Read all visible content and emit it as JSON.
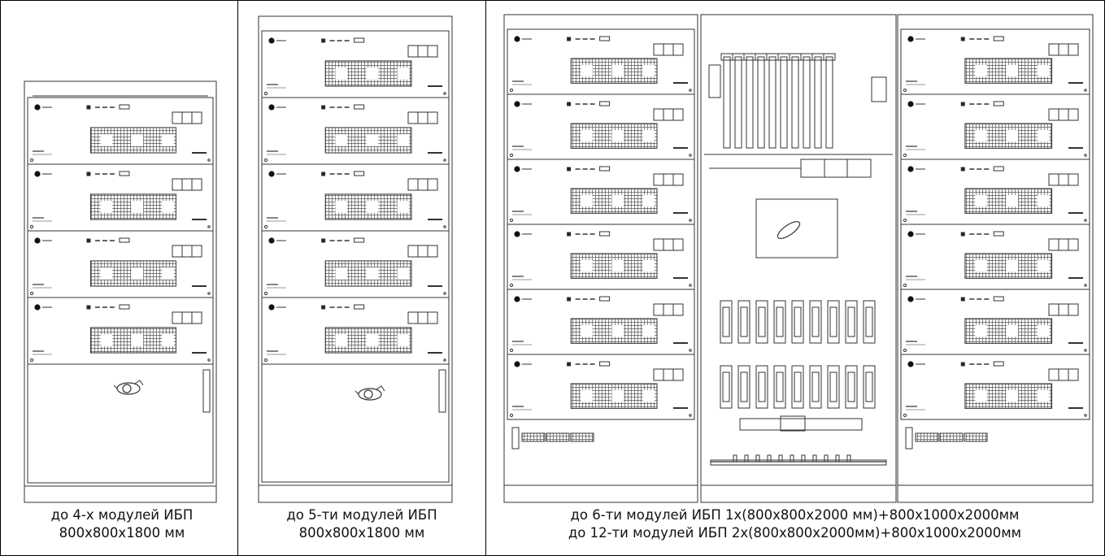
{
  "figure": {
    "line_color": "#000000",
    "drawing_color": "#333333",
    "background": "#ffffff"
  },
  "cabinets": [
    {
      "id": "cabinet-4",
      "module_count": 4,
      "caption_line1": "до 4-х модулей ИБП",
      "caption_line2": "800x800x1800 мм"
    },
    {
      "id": "cabinet-5",
      "module_count": 5,
      "caption_line1": "до 5-ти модулей ИБП",
      "caption_line2": "800x800x1800 мм"
    },
    {
      "id": "cabinet-12",
      "module_count_per_side": 6,
      "caption_line1": "до 6-ти модулей ИБП 1x(800x800x2000 мм)+800x1000x2000мм",
      "caption_line2": "до 12-ти модулей ИБП 2x(800x800x2000мм)+800x1000x2000мм"
    }
  ]
}
